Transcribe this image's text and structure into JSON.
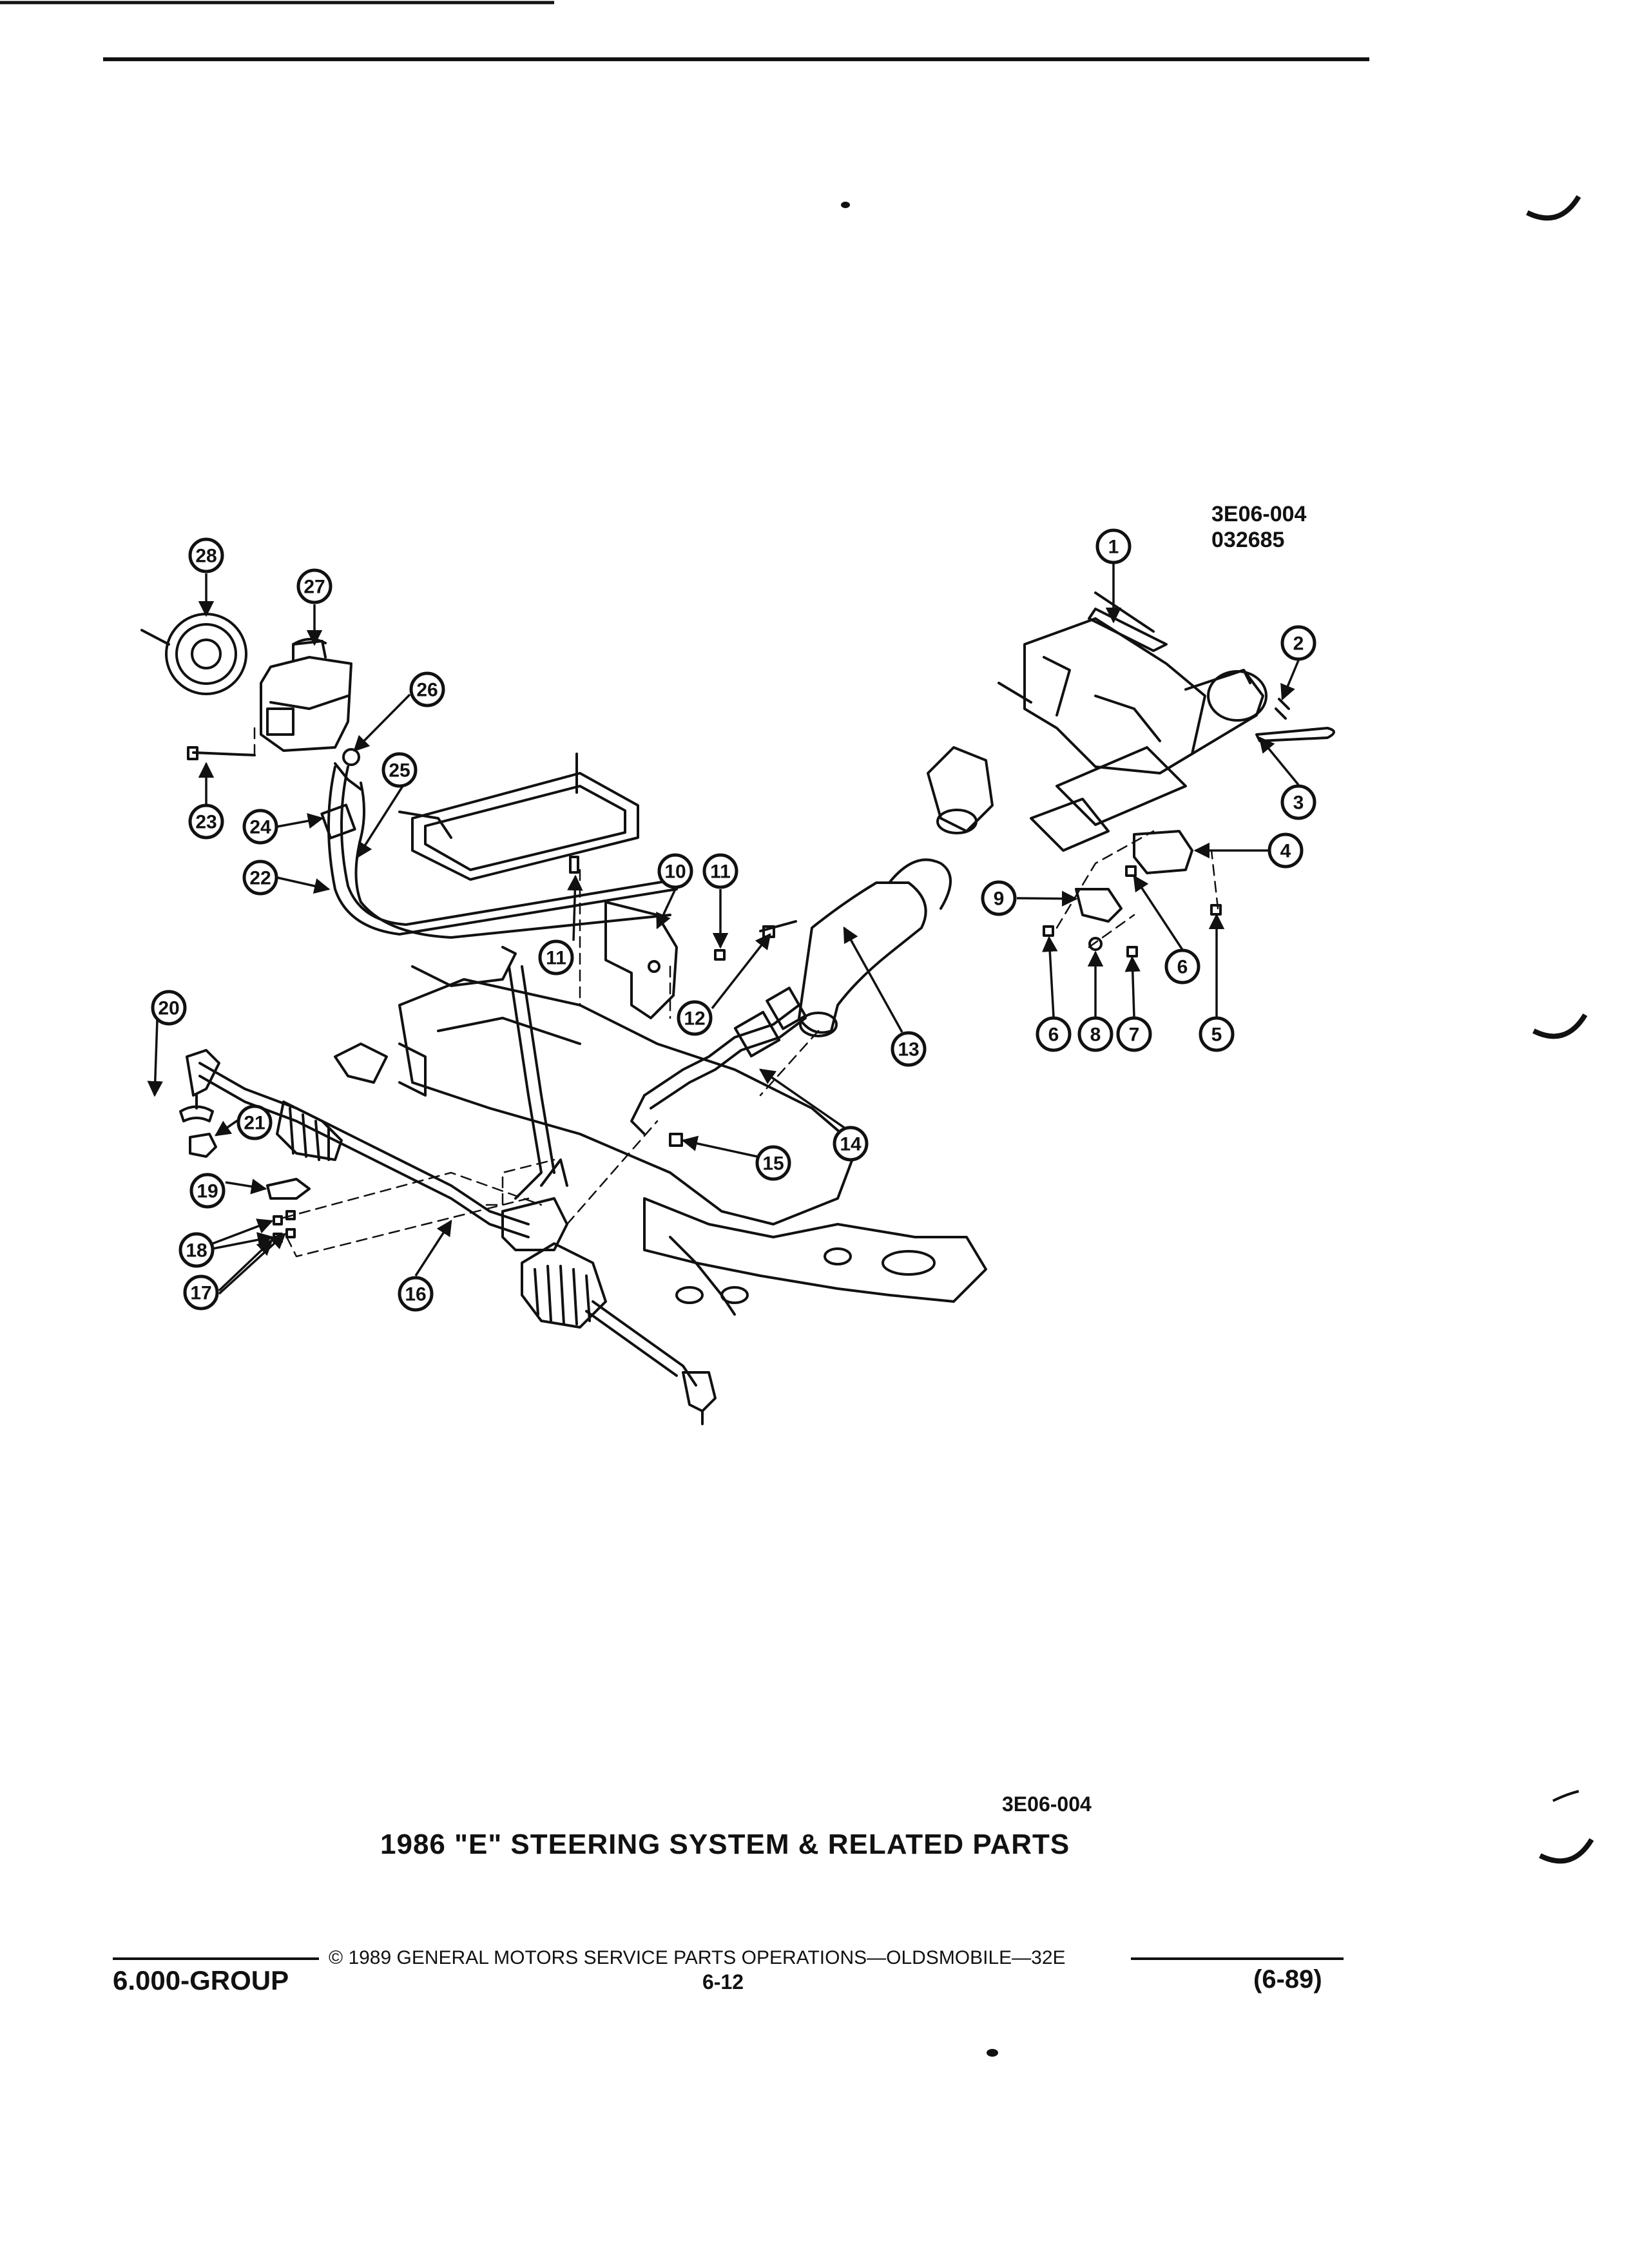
{
  "figure": {
    "code": "3E06-004",
    "date_code": "032685"
  },
  "caption": {
    "code": "3E06-004",
    "title": "1986 \"E\" STEERING SYSTEM & RELATED PARTS"
  },
  "footer": {
    "copyright": "© 1989 GENERAL MOTORS SERVICE PARTS OPERATIONS—OLDSMOBILE—32E",
    "page": "6-12",
    "group": "6.000-GROUP",
    "revision": "(6-89)"
  },
  "callouts": [
    {
      "id": "c1",
      "label": "1"
    },
    {
      "id": "c2",
      "label": "2"
    },
    {
      "id": "c3",
      "label": "3"
    },
    {
      "id": "c4",
      "label": "4"
    },
    {
      "id": "c5",
      "label": "5"
    },
    {
      "id": "c6a",
      "label": "6"
    },
    {
      "id": "c6b",
      "label": "6"
    },
    {
      "id": "c7",
      "label": "7"
    },
    {
      "id": "c8",
      "label": "8"
    },
    {
      "id": "c9",
      "label": "9"
    },
    {
      "id": "c10",
      "label": "10"
    },
    {
      "id": "c11a",
      "label": "11"
    },
    {
      "id": "c11b",
      "label": "11"
    },
    {
      "id": "c12",
      "label": "12"
    },
    {
      "id": "c13",
      "label": "13"
    },
    {
      "id": "c14",
      "label": "14"
    },
    {
      "id": "c15",
      "label": "15"
    },
    {
      "id": "c16",
      "label": "16"
    },
    {
      "id": "c17",
      "label": "17"
    },
    {
      "id": "c18",
      "label": "18"
    },
    {
      "id": "c19",
      "label": "19"
    },
    {
      "id": "c20",
      "label": "20"
    },
    {
      "id": "c21",
      "label": "21"
    },
    {
      "id": "c22",
      "label": "22"
    },
    {
      "id": "c23",
      "label": "23"
    },
    {
      "id": "c24",
      "label": "24"
    },
    {
      "id": "c25",
      "label": "25"
    },
    {
      "id": "c26",
      "label": "26"
    },
    {
      "id": "c27",
      "label": "27"
    },
    {
      "id": "c28",
      "label": "28"
    }
  ]
}
